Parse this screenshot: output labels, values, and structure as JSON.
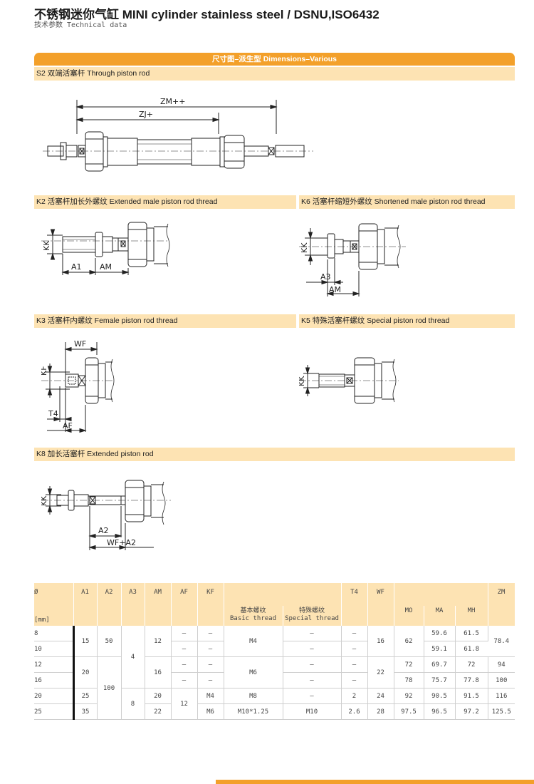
{
  "header": {
    "title": "不锈钢迷你气缸 MINI cylinder stainless steel  / DSNU,ISO6432",
    "subtitle": "技术参数 Technical data"
  },
  "main_section": "尺寸图–派生型 Dimensions–Various",
  "sections": {
    "s2": "S2 双端活塞杆 Through piston rod",
    "k2": "K2 活塞杆加长外螺纹 Extended male piston rod thread",
    "k6": "K6 活塞杆缩短外螺纹 Shortened male piston rod thread",
    "k3": "K3 活塞杆内螺纹 Female piston rod thread",
    "k5": "K5 特殊活塞杆螺纹 Special piston rod thread",
    "k8": "K8 加长活塞杆 Extended piston rod"
  },
  "dimension_labels": {
    "zm": "ZM++",
    "zj": "ZJ+",
    "kk": "KK",
    "a1": "A1",
    "am": "AM",
    "a3": "A3",
    "wf": "WF",
    "kf": "KF",
    "t4": "T4",
    "af": "AF",
    "a2": "A2",
    "wf_a2": "WF+A2"
  },
  "table": {
    "headers": {
      "dia": "Ø",
      "unit": "[mm]",
      "a1": "A1",
      "a2": "A2",
      "a3": "A3",
      "am": "AM",
      "af": "AF",
      "kf": "KF",
      "basic": "基本螺纹\nBasic thread",
      "special": "特殊螺纹\nSpecial thread",
      "t4": "T4",
      "wf": "WF",
      "mo": "MO",
      "ma": "MA",
      "mh": "MH",
      "zm": "ZM"
    },
    "rows": [
      {
        "dia": "8",
        "af": "–",
        "kf": "–",
        "special": "–",
        "t4": "–",
        "ma": "59.6",
        "mh": "61.5"
      },
      {
        "dia": "10",
        "af": "–",
        "kf": "–",
        "special": "–",
        "t4": "–",
        "ma": "59.1",
        "mh": "61.8"
      },
      {
        "dia": "12",
        "af": "–",
        "kf": "–",
        "special": "–",
        "t4": "–",
        "mo": "72",
        "ma": "69.7",
        "mh": "72",
        "zm": "94"
      },
      {
        "dia": "16",
        "af": "–",
        "kf": "–",
        "special": "–",
        "t4": "–",
        "mo": "78",
        "ma": "75.7",
        "mh": "77.8",
        "zm": "100"
      },
      {
        "dia": "20",
        "a1": "25",
        "am": "20",
        "kf": "M4",
        "basic": "M8",
        "special": "–",
        "t4": "2",
        "wf": "24",
        "mo": "92",
        "ma": "90.5",
        "mh": "91.5",
        "zm": "116"
      },
      {
        "dia": "25",
        "a1": "35",
        "am": "22",
        "kf": "M6",
        "basic": "M10*1.25",
        "special": "M10",
        "t4": "2.6",
        "wf": "28",
        "mo": "97.5",
        "ma": "96.5",
        "mh": "97.2",
        "zm": "125.5"
      }
    ],
    "merged": {
      "a1_8_10": "15",
      "a2_8_10": "50",
      "a3_8_16": "4",
      "am_8_10": "12",
      "basic_8_10": "M4",
      "wf_8_10": "16",
      "mo_8_10": "62",
      "zm_8_10": "78.4",
      "a1_12_16": "20",
      "a2_12_25": "100",
      "am_12_16": "16",
      "basic_12_16": "M6",
      "wf_12_16": "22",
      "a3_20_25": "8",
      "af_20_25": "12"
    }
  }
}
